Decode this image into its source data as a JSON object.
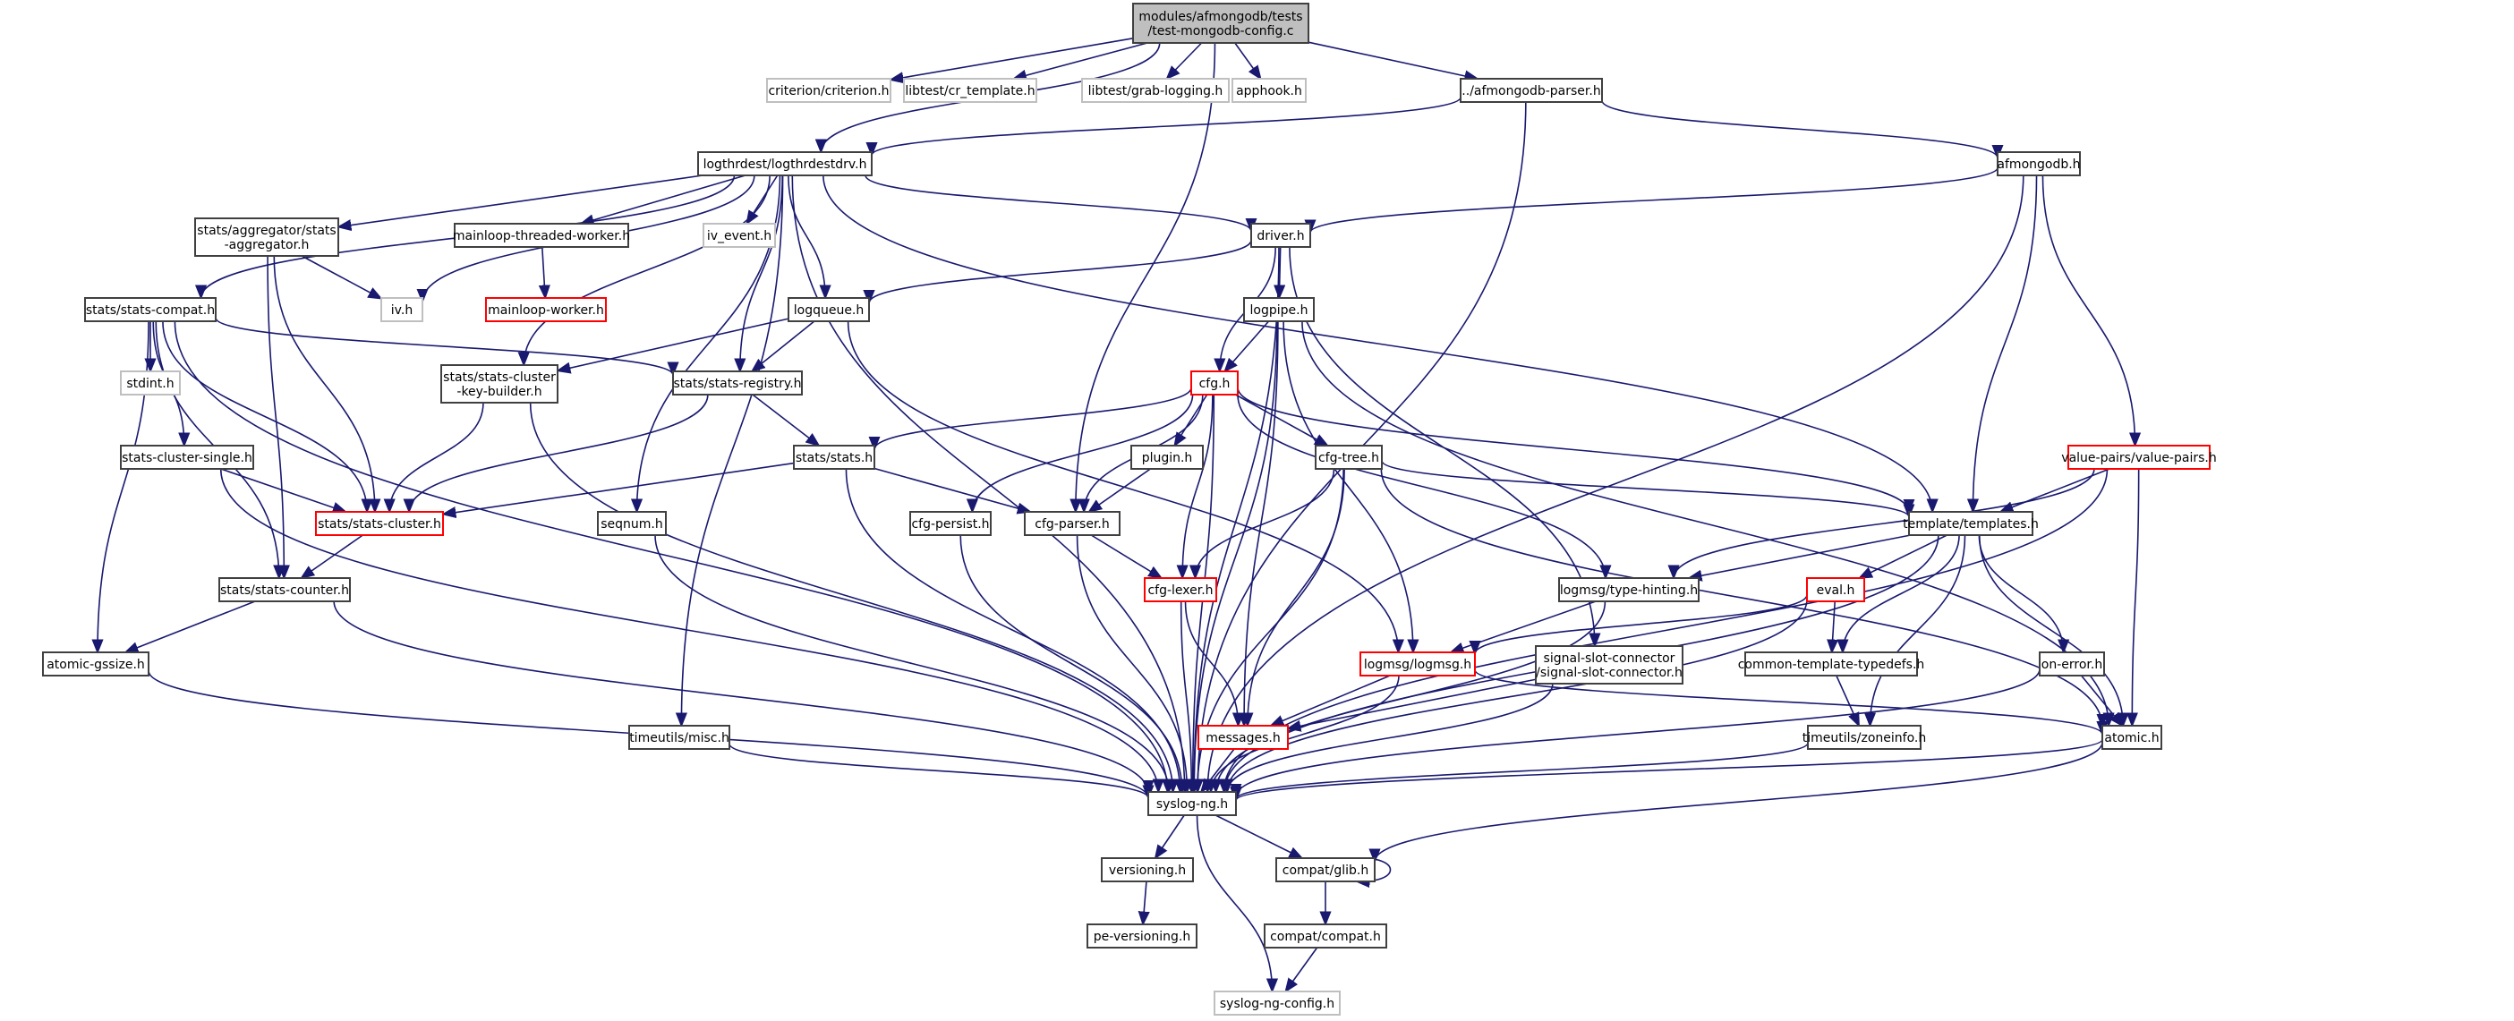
{
  "title": "Include dependency graph for test-mongodb-config.c",
  "colors": {
    "edge": "#191970",
    "root_fill": "#bfbfbf",
    "root_border": "#404040",
    "normal_border": "#404040",
    "truncated_border": "#ff0000",
    "external_border": "#bfbfbf"
  },
  "nodes": [
    {
      "id": "root",
      "label": "modules/afmongodb/tests\n/test-mongodb-config.c",
      "kind": "root"
    },
    {
      "id": "criterion",
      "label": "criterion/criterion.h",
      "kind": "external"
    },
    {
      "id": "cr_template",
      "label": "libtest/cr_template.h",
      "kind": "external"
    },
    {
      "id": "grab_logging",
      "label": "libtest/grab-logging.h",
      "kind": "external"
    },
    {
      "id": "apphook",
      "label": "apphook.h",
      "kind": "external"
    },
    {
      "id": "afmongodb_parser",
      "label": "../afmongodb-parser.h",
      "kind": "normal"
    },
    {
      "id": "logthrdestdrv",
      "label": "logthrdest/logthrdestdrv.h",
      "kind": "normal"
    },
    {
      "id": "afmongodb",
      "label": "afmongodb.h",
      "kind": "normal"
    },
    {
      "id": "stats_aggregator",
      "label": "stats/aggregator/stats\n-aggregator.h",
      "kind": "normal"
    },
    {
      "id": "mainloop_threaded",
      "label": "mainloop-threaded-worker.h",
      "kind": "normal"
    },
    {
      "id": "iv_event",
      "label": "iv_event.h",
      "kind": "external"
    },
    {
      "id": "driver",
      "label": "driver.h",
      "kind": "normal"
    },
    {
      "id": "iv",
      "label": "iv.h",
      "kind": "external"
    },
    {
      "id": "mainloop_worker",
      "label": "mainloop-worker.h",
      "kind": "truncated"
    },
    {
      "id": "stats_compat",
      "label": "stats/stats-compat.h",
      "kind": "normal"
    },
    {
      "id": "logqueue",
      "label": "logqueue.h",
      "kind": "normal"
    },
    {
      "id": "logpipe",
      "label": "logpipe.h",
      "kind": "normal"
    },
    {
      "id": "stdint",
      "label": "stdint.h",
      "kind": "external"
    },
    {
      "id": "key_builder",
      "label": "stats/stats-cluster\n-key-builder.h",
      "kind": "normal"
    },
    {
      "id": "stats_registry",
      "label": "stats/stats-registry.h",
      "kind": "normal"
    },
    {
      "id": "cfg",
      "label": "cfg.h",
      "kind": "truncated"
    },
    {
      "id": "cluster_single",
      "label": "stats-cluster-single.h",
      "kind": "normal"
    },
    {
      "id": "stats_stats",
      "label": "stats/stats.h",
      "kind": "normal"
    },
    {
      "id": "plugin",
      "label": "plugin.h",
      "kind": "normal"
    },
    {
      "id": "cfg_tree",
      "label": "cfg-tree.h",
      "kind": "normal"
    },
    {
      "id": "value_pairs",
      "label": "value-pairs/value-pairs.h",
      "kind": "truncated"
    },
    {
      "id": "stats_cluster",
      "label": "stats/stats-cluster.h",
      "kind": "truncated"
    },
    {
      "id": "seqnum",
      "label": "seqnum.h",
      "kind": "normal"
    },
    {
      "id": "cfg_persist",
      "label": "cfg-persist.h",
      "kind": "normal"
    },
    {
      "id": "cfg_parser",
      "label": "cfg-parser.h",
      "kind": "normal"
    },
    {
      "id": "templates",
      "label": "template/templates.h",
      "kind": "normal"
    },
    {
      "id": "stats_counter",
      "label": "stats/stats-counter.h",
      "kind": "normal"
    },
    {
      "id": "cfg_lexer",
      "label": "cfg-lexer.h",
      "kind": "truncated"
    },
    {
      "id": "type_hinting",
      "label": "logmsg/type-hinting.h",
      "kind": "normal"
    },
    {
      "id": "eval",
      "label": "eval.h",
      "kind": "truncated"
    },
    {
      "id": "atomic_gssize",
      "label": "atomic-gssize.h",
      "kind": "normal"
    },
    {
      "id": "logmsg",
      "label": "logmsg/logmsg.h",
      "kind": "truncated"
    },
    {
      "id": "signal_slot",
      "label": "signal-slot-connector\n/signal-slot-connector.h",
      "kind": "normal"
    },
    {
      "id": "common_typedefs",
      "label": "common-template-typedefs.h",
      "kind": "normal"
    },
    {
      "id": "on_error",
      "label": "on-error.h",
      "kind": "normal"
    },
    {
      "id": "timeutils_misc",
      "label": "timeutils/misc.h",
      "kind": "normal"
    },
    {
      "id": "messages",
      "label": "messages.h",
      "kind": "truncated"
    },
    {
      "id": "zoneinfo",
      "label": "timeutils/zoneinfo.h",
      "kind": "normal"
    },
    {
      "id": "atomic",
      "label": "atomic.h",
      "kind": "normal"
    },
    {
      "id": "syslog_ng",
      "label": "syslog-ng.h",
      "kind": "normal"
    },
    {
      "id": "versioning",
      "label": "versioning.h",
      "kind": "normal"
    },
    {
      "id": "compat_glib",
      "label": "compat/glib.h",
      "kind": "normal"
    },
    {
      "id": "pe_versioning",
      "label": "pe-versioning.h",
      "kind": "normal"
    },
    {
      "id": "compat_compat",
      "label": "compat/compat.h",
      "kind": "normal"
    },
    {
      "id": "syslog_ng_config",
      "label": "syslog-ng-config.h",
      "kind": "external"
    }
  ],
  "edges": [
    [
      "root",
      "criterion"
    ],
    [
      "root",
      "cr_template"
    ],
    [
      "root",
      "grab_logging"
    ],
    [
      "root",
      "apphook"
    ],
    [
      "root",
      "afmongodb_parser"
    ],
    [
      "root",
      "logthrdestdrv"
    ],
    [
      "root",
      "cfg_parser"
    ],
    [
      "afmongodb_parser",
      "logthrdestdrv"
    ],
    [
      "afmongodb_parser",
      "afmongodb"
    ],
    [
      "afmongodb_parser",
      "syslog_ng"
    ],
    [
      "logthrdestdrv",
      "stats_aggregator"
    ],
    [
      "logthrdestdrv",
      "mainloop_threaded"
    ],
    [
      "logthrdestdrv",
      "iv_event"
    ],
    [
      "logthrdestdrv",
      "driver"
    ],
    [
      "logthrdestdrv",
      "iv"
    ],
    [
      "logthrdestdrv",
      "stats_compat"
    ],
    [
      "logthrdestdrv",
      "logqueue"
    ],
    [
      "logthrdestdrv",
      "key_builder"
    ],
    [
      "logthrdestdrv",
      "stats_registry"
    ],
    [
      "logthrdestdrv",
      "seqnum"
    ],
    [
      "logthrdestdrv",
      "timeutils_misc"
    ],
    [
      "logthrdestdrv",
      "templates"
    ],
    [
      "logthrdestdrv",
      "syslog_ng"
    ],
    [
      "afmongodb",
      "driver"
    ],
    [
      "afmongodb",
      "templates"
    ],
    [
      "afmongodb",
      "value_pairs"
    ],
    [
      "afmongodb",
      "syslog_ng"
    ],
    [
      "stats_aggregator",
      "iv"
    ],
    [
      "stats_aggregator",
      "stats_cluster"
    ],
    [
      "stats_aggregator",
      "stats_counter"
    ],
    [
      "mainloop_threaded",
      "mainloop_worker"
    ],
    [
      "driver",
      "logqueue"
    ],
    [
      "driver",
      "logpipe"
    ],
    [
      "driver",
      "cfg"
    ],
    [
      "driver",
      "signal_slot"
    ],
    [
      "driver",
      "syslog_ng"
    ],
    [
      "stats_compat",
      "stdint"
    ],
    [
      "stats_compat",
      "stats_registry"
    ],
    [
      "stats_compat",
      "cluster_single"
    ],
    [
      "stats_compat",
      "stats_cluster"
    ],
    [
      "stats_compat",
      "stats_counter"
    ],
    [
      "stats_compat",
      "atomic_gssize"
    ],
    [
      "stats_compat",
      "syslog_ng"
    ],
    [
      "logqueue",
      "key_builder"
    ],
    [
      "logqueue",
      "stats_registry"
    ],
    [
      "logqueue",
      "logmsg"
    ],
    [
      "logpipe",
      "cfg"
    ],
    [
      "logpipe",
      "messages"
    ],
    [
      "logpipe",
      "logmsg"
    ],
    [
      "logpipe",
      "atomic"
    ],
    [
      "logpipe",
      "syslog_ng"
    ],
    [
      "key_builder",
      "stats_cluster"
    ],
    [
      "key_builder",
      "syslog_ng"
    ],
    [
      "stats_registry",
      "stats_stats"
    ],
    [
      "stats_registry",
      "stats_cluster"
    ],
    [
      "cfg",
      "stats_stats"
    ],
    [
      "cfg",
      "plugin"
    ],
    [
      "cfg",
      "cfg_tree"
    ],
    [
      "cfg",
      "cfg_persist"
    ],
    [
      "cfg",
      "cfg_parser"
    ],
    [
      "cfg",
      "cfg_lexer"
    ],
    [
      "cfg",
      "type_hinting"
    ],
    [
      "cfg",
      "templates"
    ],
    [
      "cfg",
      "syslog_ng"
    ],
    [
      "cluster_single",
      "stats_cluster"
    ],
    [
      "cluster_single",
      "syslog_ng"
    ],
    [
      "stats_stats",
      "stats_cluster"
    ],
    [
      "stats_stats",
      "cfg_parser"
    ],
    [
      "stats_stats",
      "syslog_ng"
    ],
    [
      "plugin",
      "cfg_parser"
    ],
    [
      "cfg_tree",
      "templates"
    ],
    [
      "cfg_tree",
      "cfg_lexer"
    ],
    [
      "cfg_tree",
      "messages"
    ],
    [
      "cfg_tree",
      "atomic"
    ],
    [
      "cfg_tree",
      "syslog_ng"
    ],
    [
      "value_pairs",
      "templates"
    ],
    [
      "value_pairs",
      "type_hinting"
    ],
    [
      "value_pairs",
      "atomic"
    ],
    [
      "value_pairs",
      "syslog_ng"
    ],
    [
      "stats_cluster",
      "stats_counter"
    ],
    [
      "seqnum",
      "syslog_ng"
    ],
    [
      "cfg_persist",
      "syslog_ng"
    ],
    [
      "cfg_parser",
      "cfg_lexer"
    ],
    [
      "cfg_parser",
      "syslog_ng"
    ],
    [
      "templates",
      "type_hinting"
    ],
    [
      "templates",
      "eval"
    ],
    [
      "templates",
      "common_typedefs"
    ],
    [
      "templates",
      "on_error"
    ],
    [
      "templates",
      "zoneinfo"
    ],
    [
      "templates",
      "atomic"
    ],
    [
      "templates",
      "syslog_ng"
    ],
    [
      "stats_counter",
      "atomic_gssize"
    ],
    [
      "stats_counter",
      "syslog_ng"
    ],
    [
      "cfg_lexer",
      "messages"
    ],
    [
      "cfg_lexer",
      "syslog_ng"
    ],
    [
      "type_hinting",
      "logmsg"
    ],
    [
      "type_hinting",
      "syslog_ng"
    ],
    [
      "eval",
      "logmsg"
    ],
    [
      "eval",
      "common_typedefs"
    ],
    [
      "eval",
      "syslog_ng"
    ],
    [
      "atomic_gssize",
      "syslog_ng"
    ],
    [
      "logmsg",
      "messages"
    ],
    [
      "logmsg",
      "atomic"
    ],
    [
      "logmsg",
      "syslog_ng"
    ],
    [
      "signal_slot",
      "messages"
    ],
    [
      "signal_slot",
      "syslog_ng"
    ],
    [
      "common_typedefs",
      "zoneinfo"
    ],
    [
      "on_error",
      "atomic"
    ],
    [
      "on_error",
      "syslog_ng"
    ],
    [
      "timeutils_misc",
      "syslog_ng"
    ],
    [
      "messages",
      "syslog_ng"
    ],
    [
      "zoneinfo",
      "syslog_ng"
    ],
    [
      "atomic",
      "syslog_ng"
    ],
    [
      "syslog_ng",
      "versioning"
    ],
    [
      "syslog_ng",
      "compat_glib"
    ],
    [
      "syslog_ng",
      "syslog_ng_config"
    ],
    [
      "versioning",
      "pe_versioning"
    ],
    [
      "compat_glib",
      "compat_glib"
    ],
    [
      "compat_glib",
      "compat_compat"
    ],
    [
      "compat_compat",
      "syslog_ng_config"
    ],
    [
      "atomic",
      "compat_glib"
    ]
  ]
}
